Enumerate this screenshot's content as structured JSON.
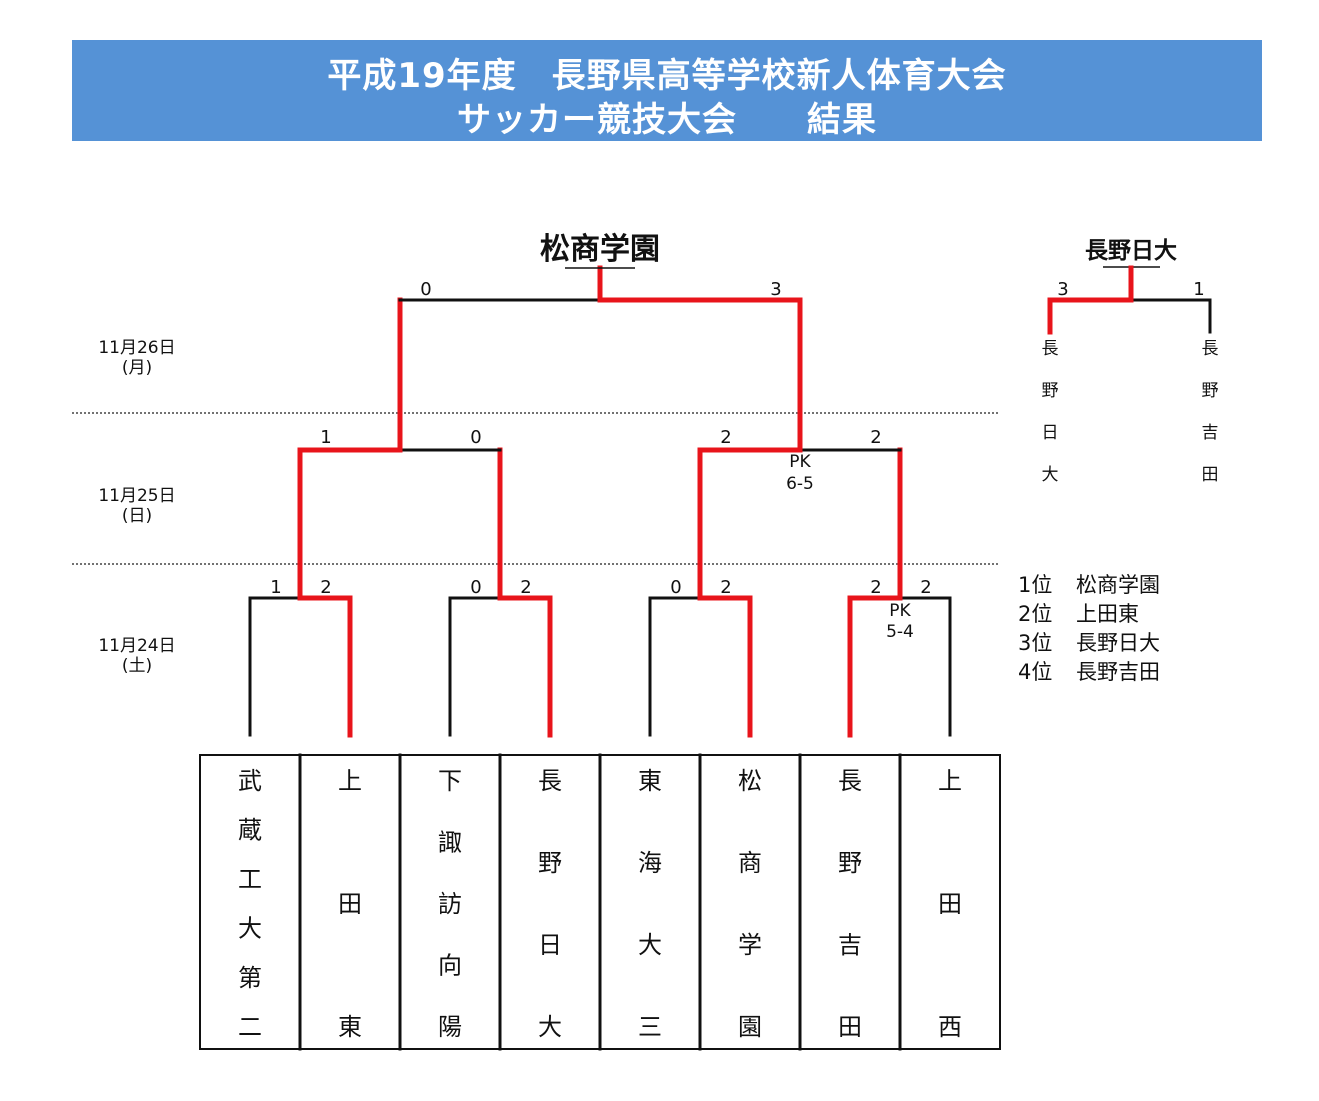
{
  "header": {
    "line1": "平成19年度　長野県高等学校新人体育大会",
    "line2": "サッカー競技大会　　結果"
  },
  "dates": [
    {
      "date": "11月26日",
      "day": "(月)"
    },
    {
      "date": "11月25日",
      "day": "(日)"
    },
    {
      "date": "11月24日",
      "day": "(土)"
    }
  ],
  "teams": [
    {
      "name": "武蔵工大第二"
    },
    {
      "name": "上田東"
    },
    {
      "name": "下諏訪向陽"
    },
    {
      "name": "長野日大"
    },
    {
      "name": "東海大三"
    },
    {
      "name": "松商学園"
    },
    {
      "name": "長野吉田"
    },
    {
      "name": "上田西"
    }
  ],
  "round1_scores": [
    {
      "left": "1",
      "right": "2",
      "winner": "right"
    },
    {
      "left": "0",
      "right": "2",
      "winner": "right"
    },
    {
      "left": "0",
      "right": "2",
      "winner": "right"
    },
    {
      "left": "2",
      "right": "2",
      "winner": "left",
      "pk_label": "PK",
      "pk_score": "5-4"
    }
  ],
  "semifinal_scores": [
    {
      "left": "1",
      "right": "0",
      "winner": "left"
    },
    {
      "left": "2",
      "right": "2",
      "winner": "left",
      "pk_label": "PK",
      "pk_score": "6-5"
    }
  ],
  "final": {
    "left": "0",
    "right": "3",
    "winner": "right",
    "champion": "松商学園"
  },
  "third_place": {
    "winner": "長野日大",
    "left_score": "3",
    "right_score": "1",
    "left_team": "長野日大",
    "right_team": "長野吉田"
  },
  "rankings": [
    {
      "position": "1位",
      "team": "松商学園"
    },
    {
      "position": "2位",
      "team": "上田東"
    },
    {
      "position": "3位",
      "team": "長野日大"
    },
    {
      "position": "4位",
      "team": "長野吉田"
    }
  ],
  "colors": {
    "header_bg": "#5592d6",
    "winner_line": "#e8141b",
    "loser_line": "#111111"
  }
}
